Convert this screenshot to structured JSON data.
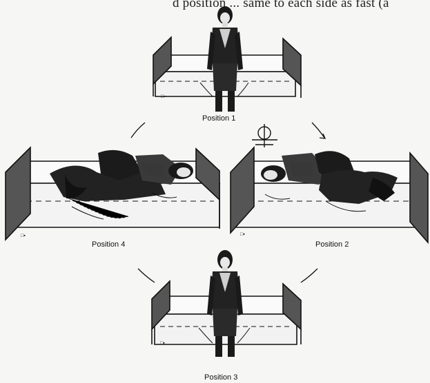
{
  "header_fragment": "d position ... same to each side as fast (a",
  "labels": {
    "p1": "Position 1",
    "p2": "Position 2",
    "p3": "Position 3",
    "p4": "Position 4"
  },
  "colors": {
    "ink": "#111111",
    "bed_end": "#5a5a5a",
    "background": "#f6f6f4"
  }
}
